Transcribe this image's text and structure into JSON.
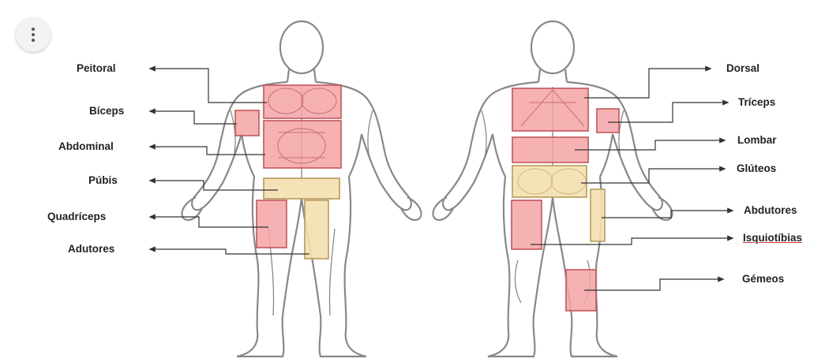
{
  "menu": {
    "icon": "more-vert-icon"
  },
  "colors": {
    "muscle_red": "#f4a3a6",
    "muscle_yellow": "#f4e0b0",
    "box_stroke": "#c4555a",
    "outline": "#777777",
    "leader": "#333333"
  },
  "front_labels": [
    "Peitoral",
    "Bíceps",
    "Abdominal",
    "Púbis",
    "Quadríceps",
    "Adutores"
  ],
  "back_labels": [
    "Dorsal",
    "Tríceps",
    "Lombar",
    "Glúteos",
    "Abdutores",
    "Isquiotíbias",
    "Gémeos"
  ]
}
